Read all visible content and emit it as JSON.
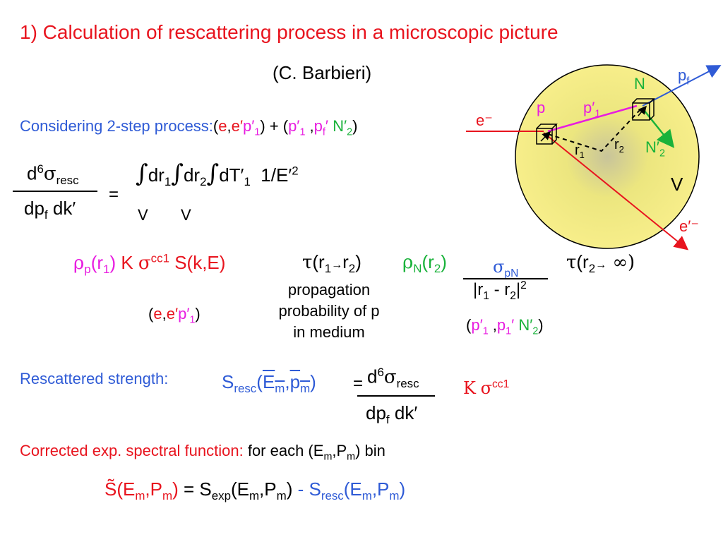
{
  "title": "1) Calculation of rescattering process in a microscopic picture",
  "author": "(C. Barbieri)",
  "considering": {
    "label": "Considering 2-step process:",
    "open1": "(",
    "e": "e",
    "comma1": ",",
    "eprime": "e′",
    "p1": "p′",
    "p1_sub": "1",
    "close1": ")",
    "plus": " + (",
    "p1b": "p′",
    "p1b_sub": "1",
    "comma2": " ,",
    "pf": "p",
    "pf_sub": "f",
    "prime_gap": "′",
    "N2": "N′",
    "N2_sub": "2",
    "close2": ")"
  },
  "main_eq": {
    "num": "d",
    "num_sup": "6",
    "sigma": "σ",
    "sigma_sub": "resc",
    "den1": "dp",
    "den1_sub": "f",
    "den2": "dk′",
    "equals": "=",
    "int1": "∫",
    "dr1": "dr",
    "dr1_sub": "1",
    "int2": "∫",
    "dr2": "dr",
    "dr2_sub": "2",
    "int3": "∫",
    "dT": "dT′",
    "dT_sub": "1",
    "energy": "1/E′",
    "energy_sup": "2",
    "V1": "V",
    "V2": "V"
  },
  "terms": {
    "rho_p": "ρ",
    "rho_p_sub": "p",
    "rho_p_arg": "(r",
    "rho_p_arg_sub": "1",
    "rho_p_close": ")",
    "K": "K",
    "sigma_cc": "σ",
    "sigma_cc_sup": "cc1",
    "S": "S(k,E)",
    "tau1": "τ",
    "tau1_arg": "(r",
    "tau1_sub1": "1",
    "tau1_arrow": "→",
    "tau1_r2": "r",
    "tau1_sub2": "2",
    "tau1_close": ")",
    "rho_N": "ρ",
    "rho_N_sub": "N",
    "rho_N_arg": "(r",
    "rho_N_arg_sub": "2",
    "rho_N_close": ")",
    "sigma_pN": "σ",
    "sigma_pN_sub": "pN",
    "denominator": "|r",
    "den_sub1": "1",
    "den_minus": " - r",
    "den_sub2": "2",
    "den_close": "|",
    "den_sup": "2",
    "tau2": "τ",
    "tau2_arg": "(r",
    "tau2_sub": "2",
    "tau2_arrow": "→",
    "tau2_inf": " ∞)",
    "note_left_open": "(",
    "note_left_e": "e",
    "note_left_comma": ",",
    "note_left_eprime": "e′",
    "note_left_p": "p′",
    "note_left_p_sub": "1",
    "note_left_close": ")",
    "propagation_line1": "propagation",
    "propagation_line2": "probability of p",
    "propagation_line3": "in medium",
    "note_right_open": "(",
    "note_right_p": "p′",
    "note_right_p_sub": "1",
    "note_right_comma": " ,",
    "note_right_p2": "p",
    "note_right_p2_sub": "1",
    "note_right_prime": "′",
    "note_right_N": " N′",
    "note_right_N_sub": "2",
    "note_right_close": ")"
  },
  "rescattered": {
    "label": "Rescattered strength:",
    "S": "S",
    "S_sub": "resc",
    "args_open": "(",
    "Em": "E",
    "Em_sub": "m",
    "comma": ",",
    "pm": "p",
    "pm_sub": "m",
    "args_close": ")",
    "equals": "=",
    "num": "d",
    "num_sup": "6",
    "sigma": "σ",
    "sigma_sub": "resc",
    "den1": "dp",
    "den1_sub": "f",
    "den2": "dk′",
    "K": "K",
    "sigma_cc": "σ",
    "sigma_cc_sup": "cc1"
  },
  "corrected": {
    "label": "Corrected exp. spectral function:",
    "text": " for each (E",
    "sub1": "m",
    "mid": ",P",
    "sub2": "m",
    "end": ") bin"
  },
  "final_eq": {
    "S_tilde": "S̃",
    "open": "(E",
    "sub1": "m",
    "comma": ",P",
    "sub2": "m",
    "close": ")",
    "equals": " = S",
    "exp_sub": "exp",
    "exp_open": "(E",
    "exp_sub1": "m",
    "exp_comma": ",P",
    "exp_sub2": "m",
    "exp_close": ")",
    "minus": " - S",
    "resc_sub": "resc",
    "resc_open": "(E",
    "resc_sub1": "m",
    "resc_comma": ",P",
    "resc_sub2": "m",
    "resc_close": ")"
  },
  "diagram": {
    "pf": "p",
    "pf_sub": "f",
    "N": "N",
    "p": "p",
    "p1": "p′",
    "p1_sub": "1",
    "e_minus": "e⁻",
    "r1": "r",
    "r1_sub": "1",
    "r2": "r",
    "r2_sub": "2",
    "N2": "N′",
    "N2_sub": "2",
    "V": "V",
    "e_prime": "e′⁻"
  },
  "colors": {
    "red": "#e8141e",
    "blue": "#2f5bd6",
    "magenta": "#e81ce0",
    "green": "#19b23a",
    "sphere": "#f7ee8a"
  }
}
